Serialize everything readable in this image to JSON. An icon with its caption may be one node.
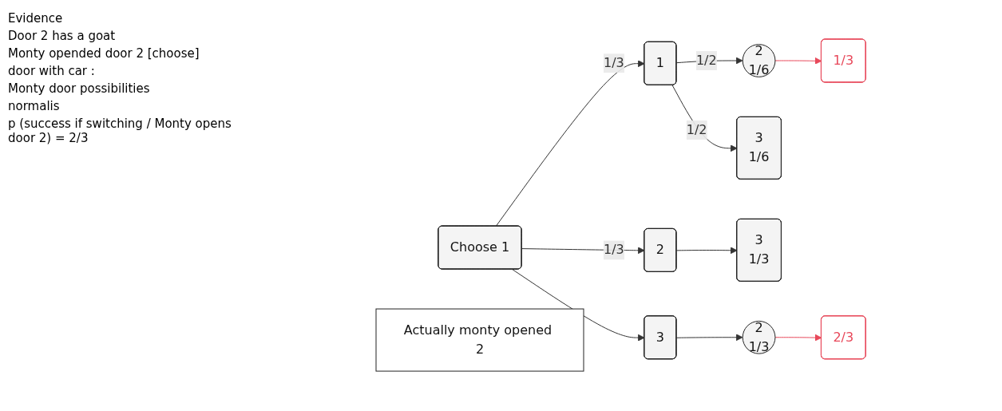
{
  "diagram": {
    "nodes": [
      {
        "text": [
          "Choose 1"
        ]
      },
      {
        "text": [
          "1"
        ]
      },
      {
        "text": [
          "2"
        ]
      },
      {
        "text": [
          "3"
        ]
      },
      {
        "text": [
          "2",
          "1/6"
        ]
      },
      {
        "text": [
          "3",
          "1/6"
        ]
      },
      {
        "text": [
          "3",
          "1/3"
        ]
      },
      {
        "text": [
          "2",
          "1/3"
        ]
      },
      {
        "text": [
          "1/3"
        ]
      },
      {
        "text": [
          "2/3"
        ]
      },
      {
        "text": [
          "Actually monty opened 2"
        ]
      }
    ],
    "edges": [
      {
        "from": 0,
        "to": 1,
        "arrow": "to",
        "label": "1/3"
      },
      {
        "from": 0,
        "to": 2,
        "arrow": "to",
        "label": "1/3"
      },
      {
        "from": 0,
        "to": 3,
        "arrow": "to"
      },
      {
        "from": 1,
        "to": 4,
        "arrow": "to",
        "label": "1/2"
      },
      {
        "from": 1,
        "to": 5,
        "arrow": "to",
        "label": "1/2"
      },
      {
        "from": 2,
        "to": 6,
        "arrow": "to"
      },
      {
        "from": 3,
        "to": 7,
        "arrow": "to"
      },
      {
        "from": 4,
        "to": 8,
        "arrow": "to",
        "color": "#e8485a"
      },
      {
        "from": 7,
        "to": 9,
        "arrow": "to",
        "color": "#e8485a"
      }
    ],
    "labels": [
      "Evidence",
      "Door 2 has a goat",
      "Monty opended door 2 [choose]",
      "door with car :",
      "Monty door possibilities",
      "normalis",
      "p (success if switching / Monty opens door 2) = 2/3"
    ]
  }
}
